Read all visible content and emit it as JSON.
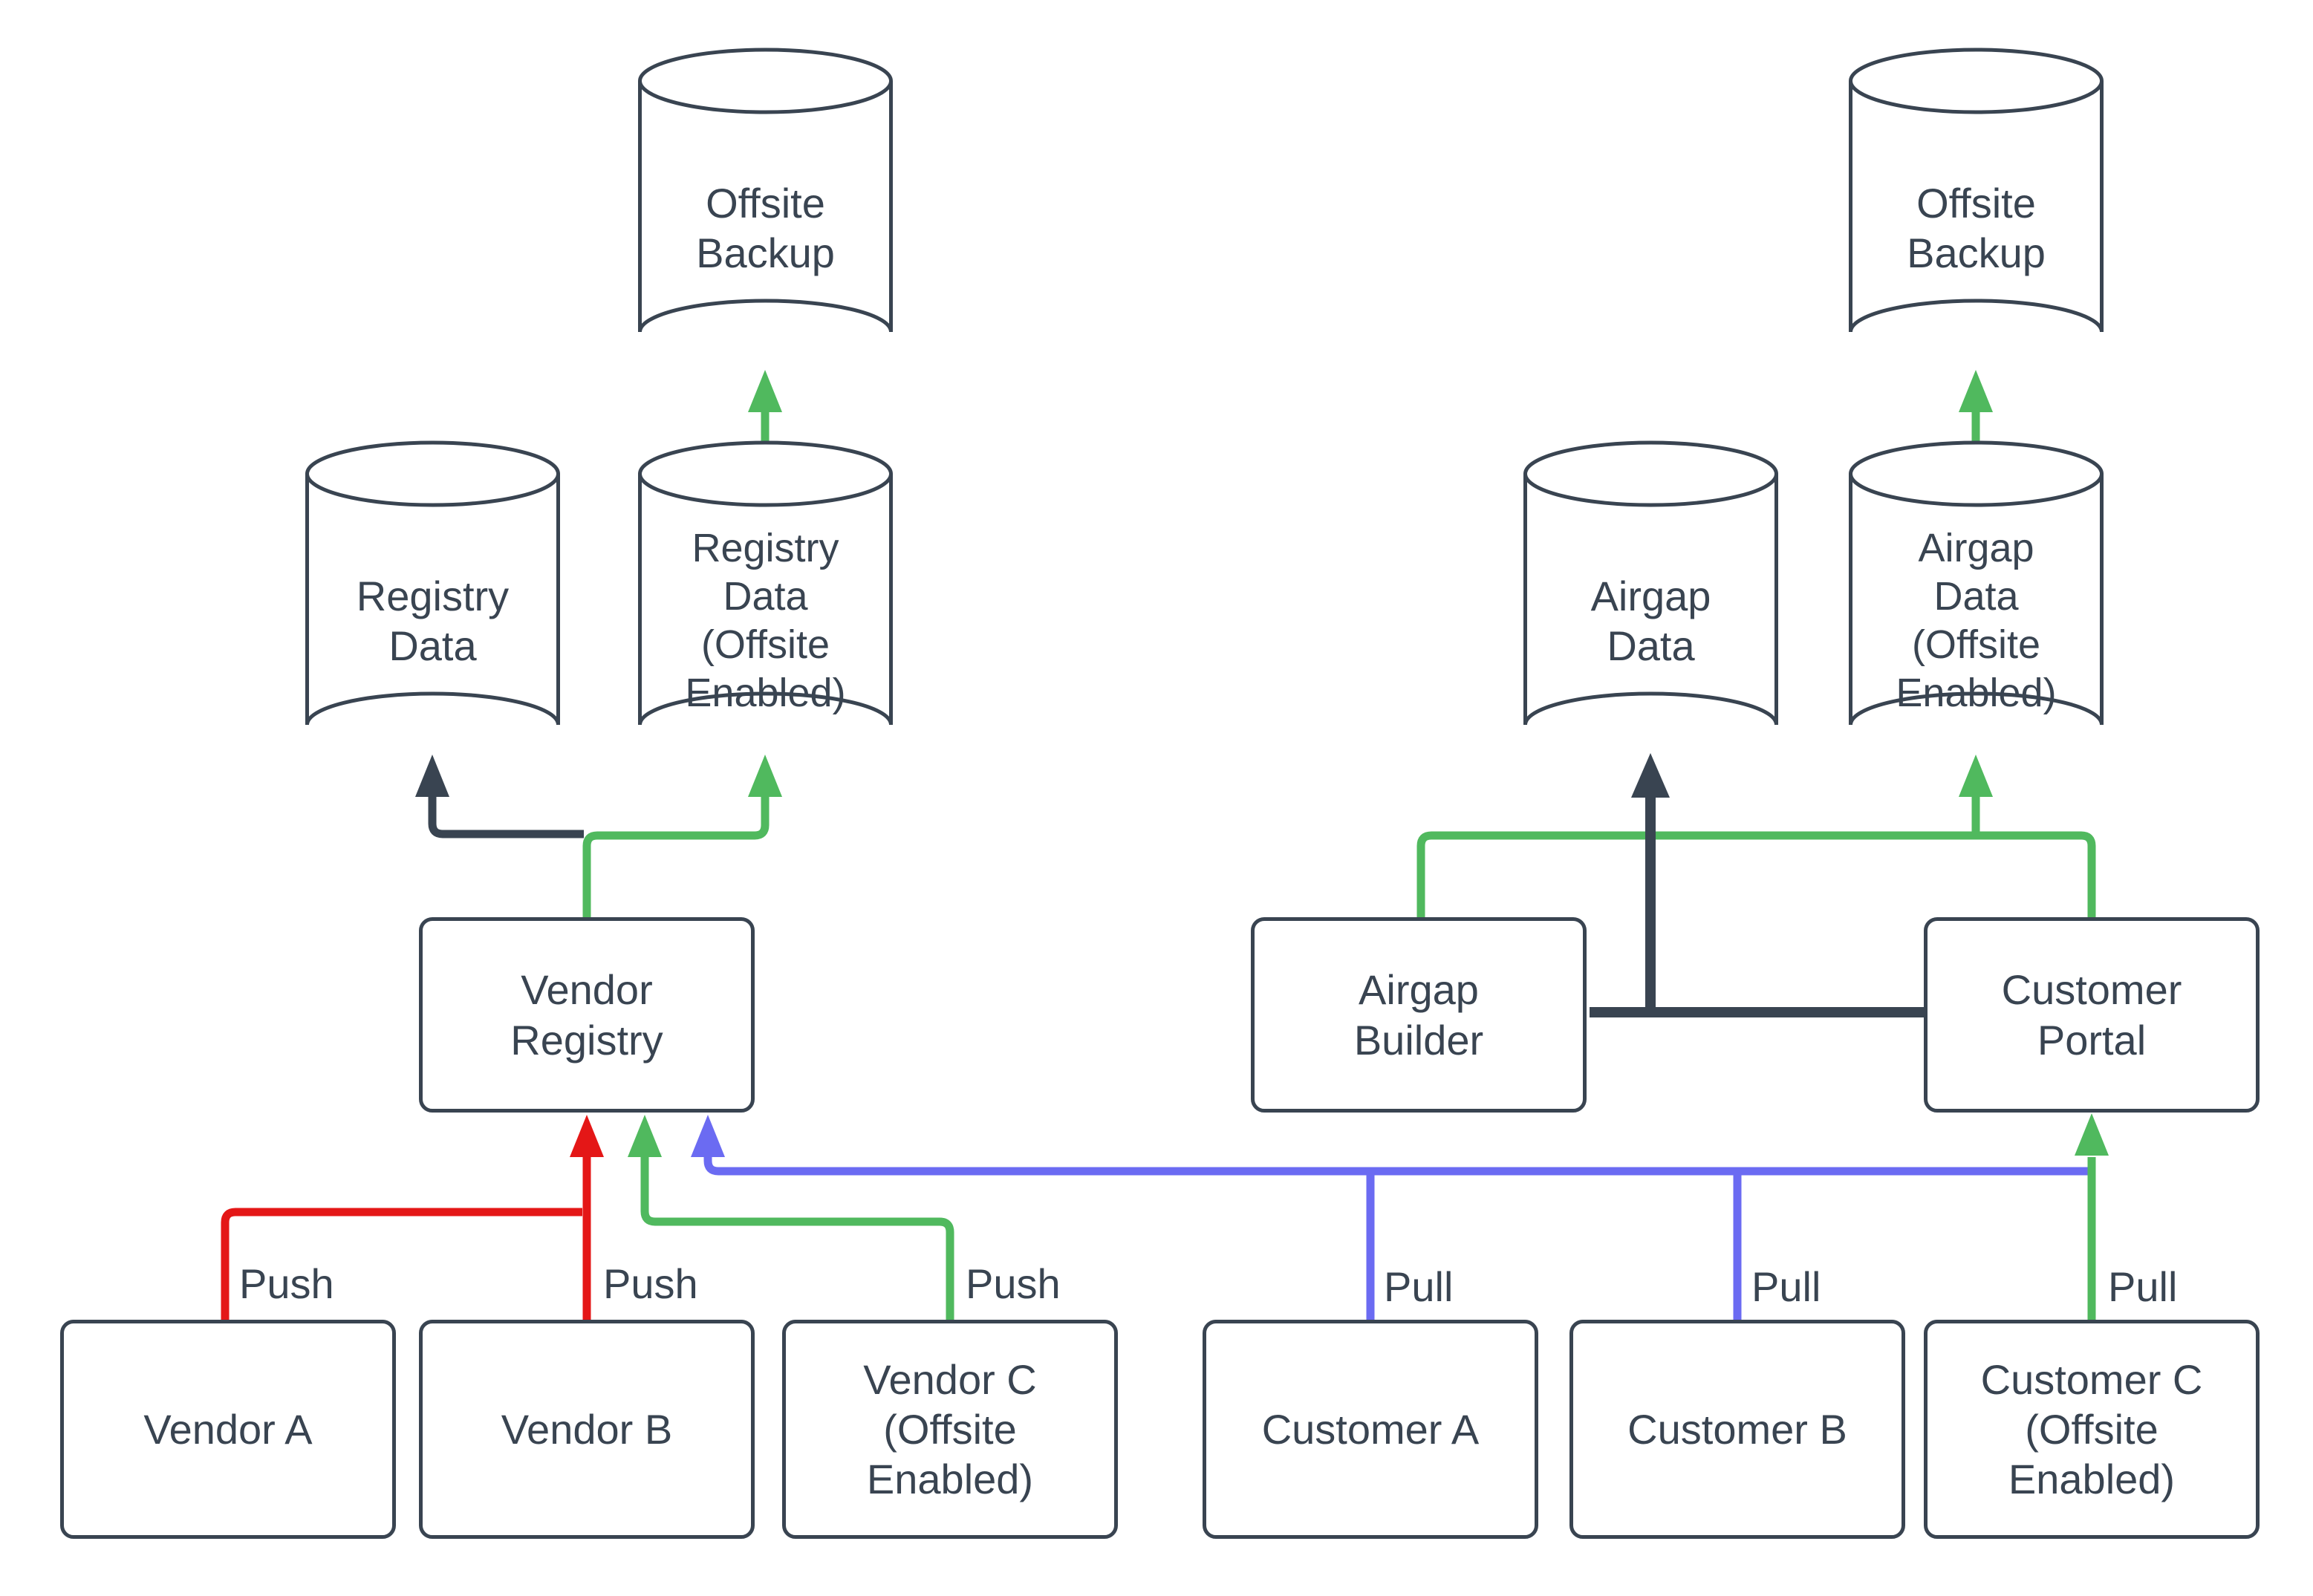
{
  "colors": {
    "background": "#FFFFFF",
    "node_stroke": "#394451",
    "text": "#394451",
    "dark": "#394451",
    "green": "#50B95E",
    "red": "#E41717",
    "blue": "#6B6BF2"
  },
  "nodes": {
    "offsite_backup_left": {
      "label": "Offsite\nBackup",
      "type": "cylinder"
    },
    "offsite_backup_right": {
      "label": "Offsite\nBackup",
      "type": "cylinder"
    },
    "registry_data": {
      "label": "Registry\nData",
      "type": "cylinder"
    },
    "registry_data_offsite": {
      "label": "Registry\nData\n(Offsite\nEnabled)",
      "type": "cylinder"
    },
    "airgap_data": {
      "label": "Airgap\nData",
      "type": "cylinder"
    },
    "airgap_data_offsite": {
      "label": "Airgap\nData\n(Offsite\nEnabled)",
      "type": "cylinder"
    },
    "vendor_registry": {
      "label": "Vendor\nRegistry",
      "type": "box"
    },
    "airgap_builder": {
      "label": "Airgap\nBuilder",
      "type": "box"
    },
    "customer_portal": {
      "label": "Customer\nPortal",
      "type": "box"
    },
    "vendor_a": {
      "label": "Vendor A",
      "type": "box"
    },
    "vendor_b": {
      "label": "Vendor B",
      "type": "box"
    },
    "vendor_c": {
      "label": "Vendor C\n(Offsite\nEnabled)",
      "type": "box"
    },
    "customer_a": {
      "label": "Customer A",
      "type": "box"
    },
    "customer_b": {
      "label": "Customer B",
      "type": "box"
    },
    "customer_c": {
      "label": "Customer C\n(Offsite\nEnabled)",
      "type": "box"
    }
  },
  "edge_labels": {
    "push_a": "Push",
    "push_b": "Push",
    "push_c": "Push",
    "pull_a": "Pull",
    "pull_b": "Pull",
    "pull_c": "Pull"
  },
  "edges": [
    {
      "from": "vendor_a",
      "to": "vendor_registry",
      "label": "Push",
      "color": "red"
    },
    {
      "from": "vendor_b",
      "to": "vendor_registry",
      "label": "Push",
      "color": "red"
    },
    {
      "from": "vendor_c",
      "to": "vendor_registry",
      "label": "Push",
      "color": "green"
    },
    {
      "from": "vendor_registry",
      "to": "registry_data",
      "color": "dark"
    },
    {
      "from": "vendor_registry",
      "to": "registry_data_offsite",
      "color": "green"
    },
    {
      "from": "registry_data_offsite",
      "to": "offsite_backup_left",
      "color": "green"
    },
    {
      "from": "customer_a",
      "to": "vendor_registry",
      "label": "Pull",
      "color": "blue"
    },
    {
      "from": "customer_b",
      "to": "vendor_registry",
      "label": "Pull",
      "color": "blue"
    },
    {
      "from": "customer_c",
      "to": "customer_portal",
      "label": "Pull",
      "color": "green"
    },
    {
      "from": "customer_portal",
      "to": "airgap_builder",
      "color": "dark"
    },
    {
      "from": "customer_portal",
      "to": "airgap_data",
      "color": "dark"
    },
    {
      "from": "customer_portal",
      "to": "airgap_data_offsite",
      "color": "green"
    },
    {
      "from": "customer_portal",
      "to": "airgap_builder_top_link",
      "color": "green"
    },
    {
      "from": "airgap_data_offsite",
      "to": "offsite_backup_right",
      "color": "green"
    }
  ]
}
